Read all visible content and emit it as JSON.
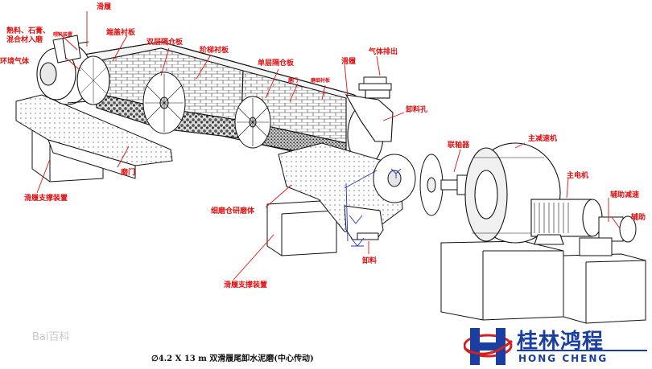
{
  "labels": {
    "hua_lv": "滑履",
    "feed_material": "熟料、石膏、混合材入磨",
    "feed_device": "喂料装置",
    "annular_air_inlet": "环境气体",
    "end_liner": "端盖衬板",
    "double_partition": "双层隔仓板",
    "step_liner": "阶梯衬板",
    "single_partition": "单层隔仓板",
    "hua_lv_2": "滑履",
    "gas_exhaust": "气体排出",
    "mill_door_top": "磨门",
    "grinding_liner": "磨细衬板",
    "discharge_hole": "卸料孔",
    "coupling": "联轴器",
    "main_reducer": "主减速机",
    "main_motor": "主电机",
    "aux_reducer": "辅助减速",
    "aux_motor": "辅助",
    "mill_door_bottom": "磨门",
    "support_left": "滑履支撑装置",
    "fine_media": "细磨仓研磨体",
    "support_right": "滑履支撑装置",
    "discharge": "卸料"
  },
  "caption": "∅4.2 X 13 m 双滑履尾卸水泥磨(中心传动)",
  "watermark": "Bai百科",
  "logo": {
    "name": "桂林鸿程",
    "pinyin": "HONG CHENG",
    "red": "#d42020",
    "blue": "#1b3fa0"
  },
  "colors": {
    "label_red": "#e01010",
    "line": "#111111",
    "background": "#ffffff",
    "watermark": "#c8c8c8"
  }
}
